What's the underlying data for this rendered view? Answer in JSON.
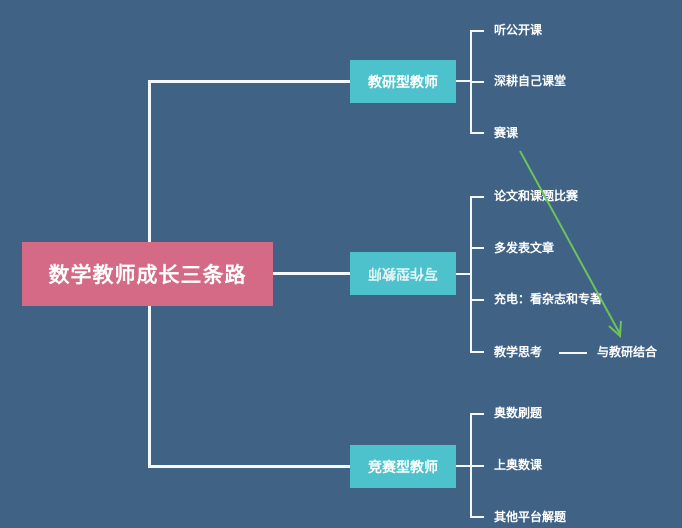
{
  "colors": {
    "background": "#3f6285",
    "root": "#d46a86",
    "branch": "#4ec2cc",
    "lines": "#f4f8fb",
    "arrow": "#6cc35a"
  },
  "root": {
    "label": "数学教师成长三条路"
  },
  "branches": [
    {
      "label": "教研型教师",
      "leaves": [
        "听公开课",
        "深耕自己课堂",
        "赛课"
      ]
    },
    {
      "label": "写作型教师",
      "rendered_mirrored": true,
      "leaves": [
        "论文和课题比赛",
        "多发表文章",
        "充电：看杂志和专著",
        "教学思考"
      ],
      "extra": {
        "connector": "——",
        "label": "与教研结合"
      }
    },
    {
      "label": "竞赛型教师",
      "leaves": [
        "奥数刷题",
        "上奥数课",
        "其他平台解题"
      ]
    }
  ],
  "annotation": {
    "type": "green-arrow",
    "from": "赛课",
    "to": "与教研结合"
  }
}
